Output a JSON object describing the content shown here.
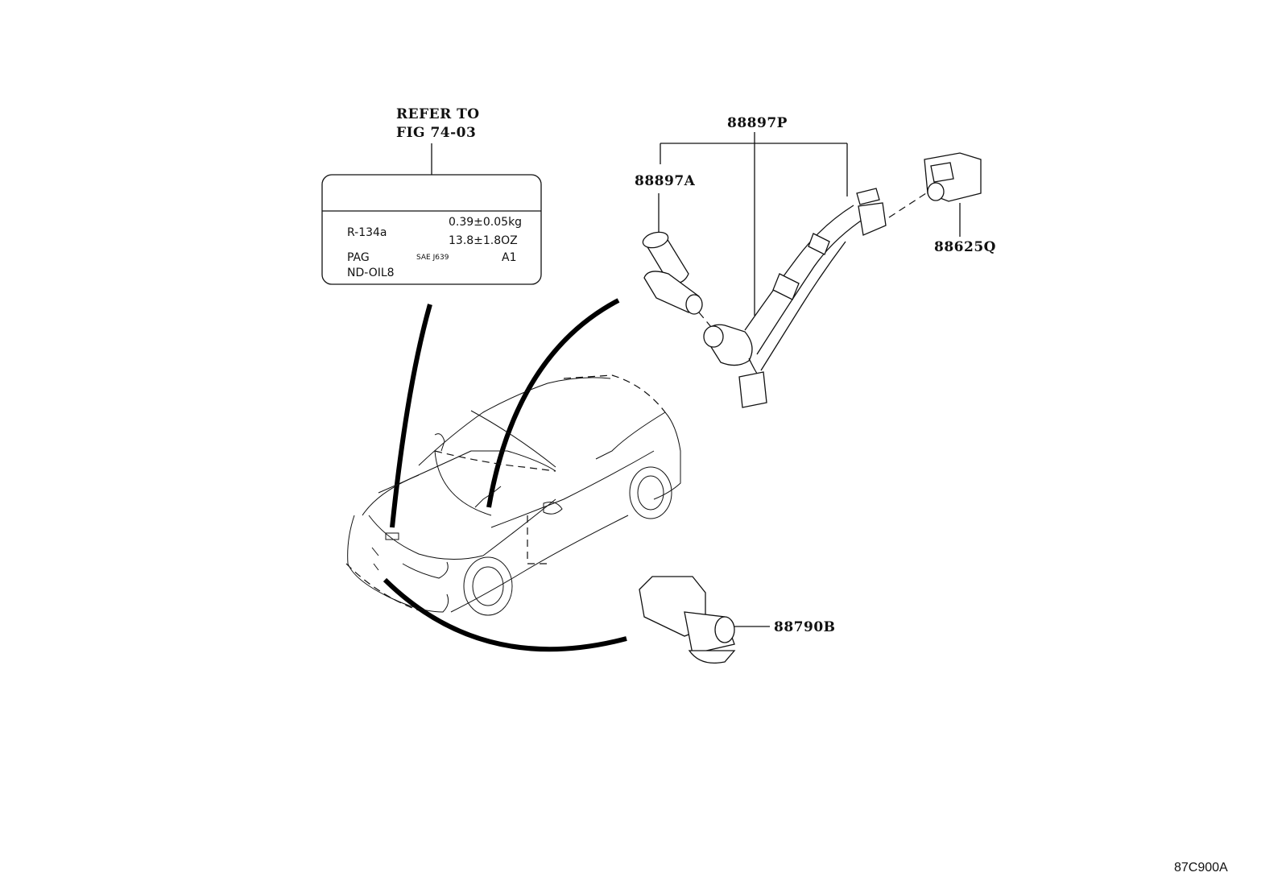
{
  "diagram": {
    "reference_note": {
      "line1": "REFER TO",
      "line2": "FIG 74-03"
    },
    "label_plate": {
      "refrigerant": "R-134a",
      "amount_kg": "0.39±0.05kg",
      "amount_oz": "13.8±1.8OZ",
      "oil_type": "PAG",
      "standard": "SAE J639",
      "code": "A1",
      "oil_name": "ND-OIL8"
    },
    "callouts": {
      "harness_group": "88897P",
      "sensor_a": "88897A",
      "switch": "88625Q",
      "sensor_b": "88790B"
    },
    "figure_id": "87C900A"
  }
}
